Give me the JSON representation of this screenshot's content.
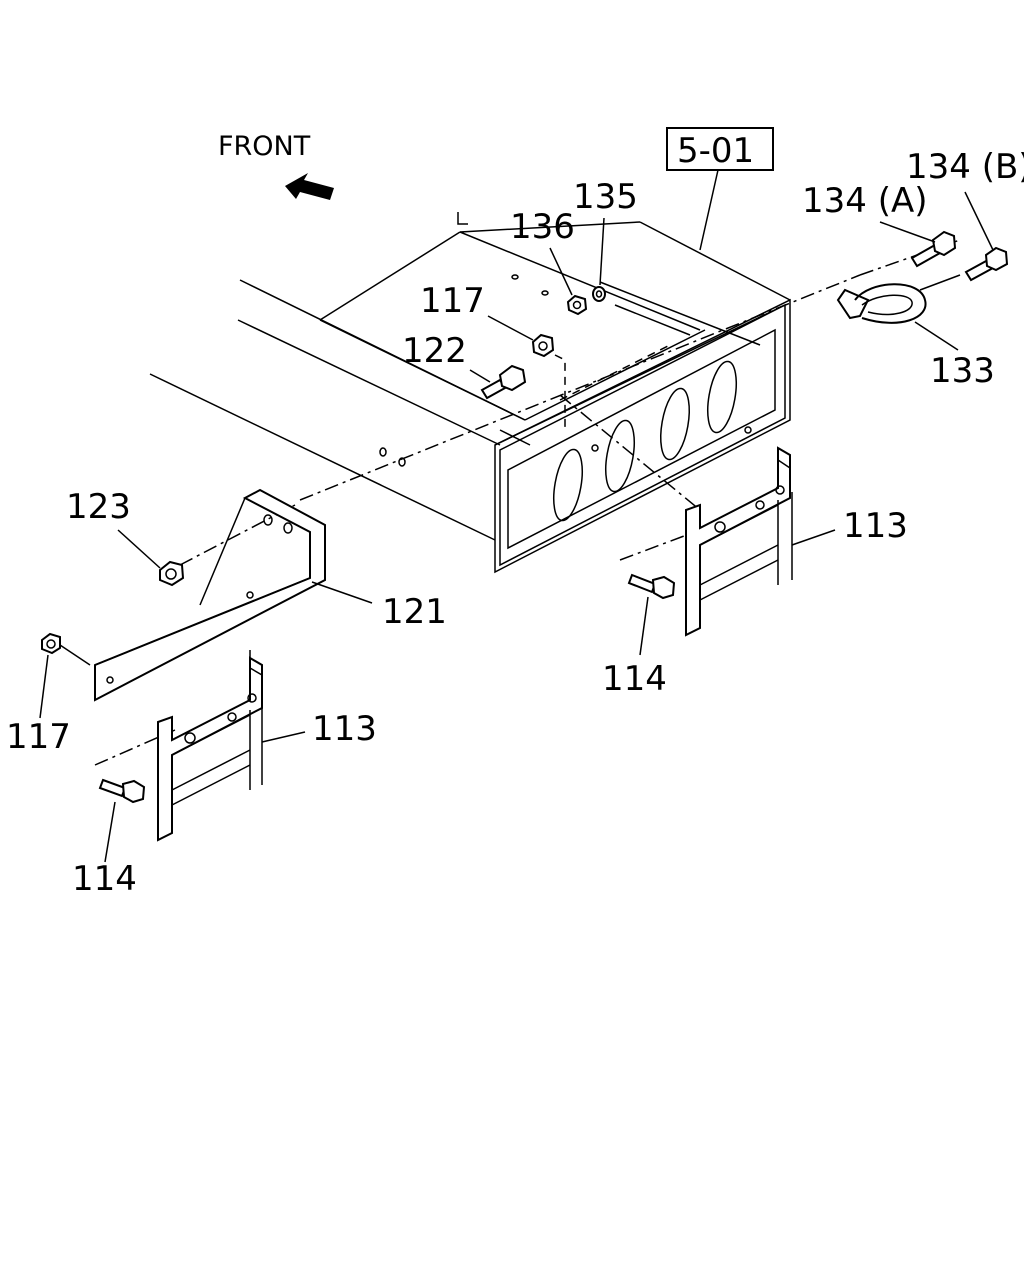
{
  "front_label": "FRONT",
  "reference_box": "5-01",
  "callouts": {
    "c136": "136",
    "c135": "135",
    "c117_top": "117",
    "c122": "122",
    "c134a": "134 (A)",
    "c134b": "134 (B)",
    "c133": "133",
    "c123": "123",
    "c121": "121",
    "c117_left": "117",
    "c113_right": "113",
    "c114_right": "114",
    "c113_left": "113",
    "c114_left": "114"
  }
}
